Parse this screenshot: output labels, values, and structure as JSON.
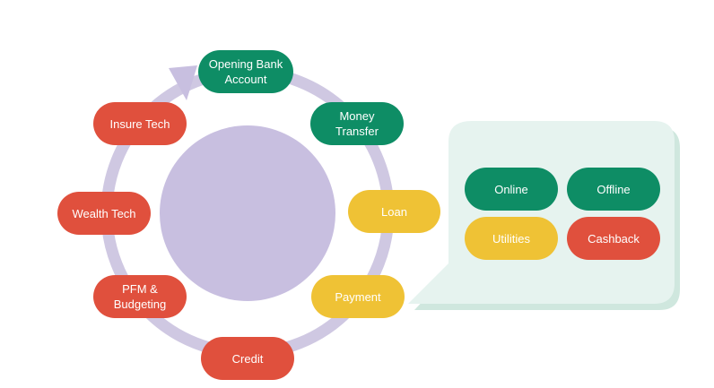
{
  "colors": {
    "green": "#0e8d65",
    "yellow": "#efc235",
    "red": "#e0503d",
    "ring": "#cfc8e2",
    "hub": "#c8bfe0",
    "callout_fill": "#e6f3ef",
    "callout_shadow": "#cfe7de"
  },
  "cycle": {
    "nodes": [
      {
        "label_lines": [
          "Opening Bank",
          "Account"
        ],
        "color": "green"
      },
      {
        "label_lines": [
          "Money",
          "Transfer"
        ],
        "color": "green"
      },
      {
        "label_lines": [
          "Loan"
        ],
        "color": "yellow"
      },
      {
        "label_lines": [
          "Payment"
        ],
        "color": "yellow"
      },
      {
        "label_lines": [
          "Credit"
        ],
        "color": "red"
      },
      {
        "label_lines": [
          "PFM &",
          "Budgeting"
        ],
        "color": "red"
      },
      {
        "label_lines": [
          "Wealth Tech"
        ],
        "color": "red"
      },
      {
        "label_lines": [
          "Insure Tech"
        ],
        "color": "red"
      }
    ]
  },
  "callout": {
    "items": [
      {
        "label": "Online",
        "color": "green"
      },
      {
        "label": "Offline",
        "color": "green"
      },
      {
        "label": "Utilities",
        "color": "yellow"
      },
      {
        "label": "Cashback",
        "color": "red"
      }
    ]
  }
}
